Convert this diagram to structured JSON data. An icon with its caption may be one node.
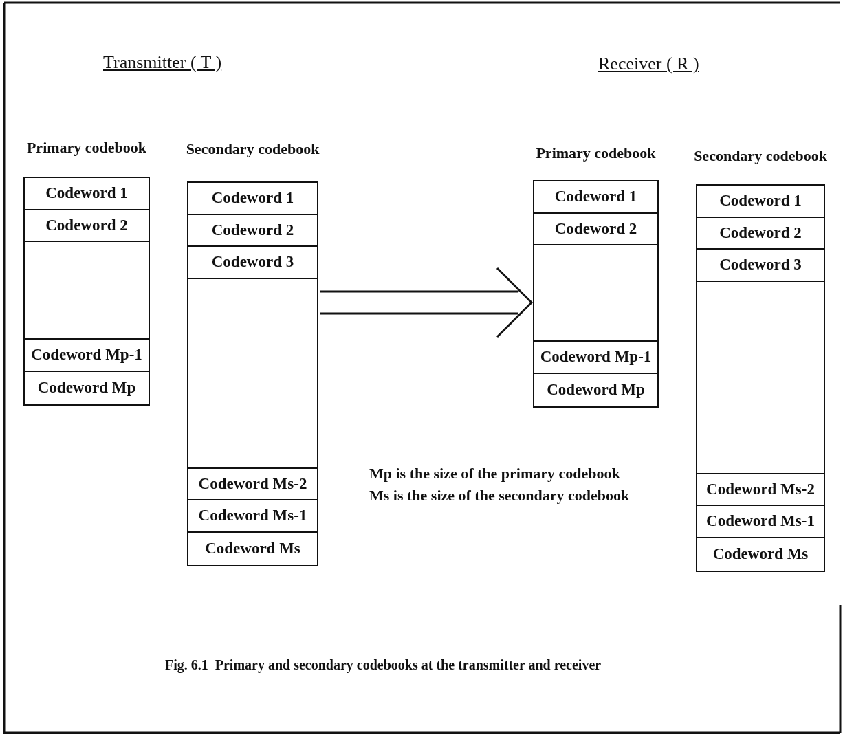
{
  "diagram": {
    "caption": "Fig. 6.1  Primary and secondary codebooks at the transmitter and receiver",
    "nodes": [
      {
        "text": [
          "Primary codebook"
        ]
      },
      {
        "text": [
          "Codeword 1"
        ],
        "in": 0
      },
      {
        "text": [
          "Codeword 2"
        ],
        "in": 0
      },
      {
        "text": [],
        "shape": "box",
        "in": 0
      },
      {
        "text": [
          "Codeword Mp-1"
        ],
        "in": 0
      },
      {
        "text": [
          "Codeword Mp"
        ],
        "in": 0
      },
      {
        "text": [
          "Secondary codebook"
        ]
      },
      {
        "text": [
          "Codeword 1"
        ],
        "in": 6
      },
      {
        "text": [
          "Codeword 2"
        ],
        "in": 6
      },
      {
        "text": [
          "Codeword 3"
        ],
        "in": 6
      },
      {
        "text": [],
        "shape": "box",
        "in": 6
      },
      {
        "text": [
          "Codeword Ms-2"
        ],
        "in": 6
      },
      {
        "text": [
          "Codeword Ms-1"
        ],
        "in": 6
      },
      {
        "text": [
          "Codeword Ms"
        ],
        "in": 6
      },
      {
        "text": [
          "Primary codebook"
        ]
      },
      {
        "text": [
          "Codeword 1"
        ],
        "in": 14
      },
      {
        "text": [
          "Codeword 2"
        ],
        "in": 14
      },
      {
        "text": [],
        "shape": "box",
        "in": 14
      },
      {
        "text": [
          "Codeword Mp-1"
        ],
        "in": 14
      },
      {
        "text": [
          "Codeword Mp"
        ],
        "in": 14
      },
      {
        "text": [
          "Secondary codebook"
        ]
      },
      {
        "text": [
          "Codeword 1"
        ],
        "in": 20
      },
      {
        "text": [
          "Codeword 2"
        ],
        "in": 20
      },
      {
        "text": [
          "Codeword 3"
        ],
        "in": 20
      },
      {
        "text": [],
        "shape": "box",
        "in": 20
      },
      {
        "text": [
          "Codeword Ms-2"
        ],
        "in": 20
      },
      {
        "text": [
          "Codeword Ms-1"
        ],
        "in": 20
      },
      {
        "text": [
          "Codeword Ms"
        ],
        "in": 20
      }
    ],
    "edges": [
      {
        "from": 6,
        "to": 14,
        "arrow": "to"
      }
    ],
    "labels": [
      "Transmitter ( T )",
      "Receiver ( R )",
      "Mp is the size of the primary codebook",
      "Ms is the size of the secondary codebook"
    ]
  }
}
